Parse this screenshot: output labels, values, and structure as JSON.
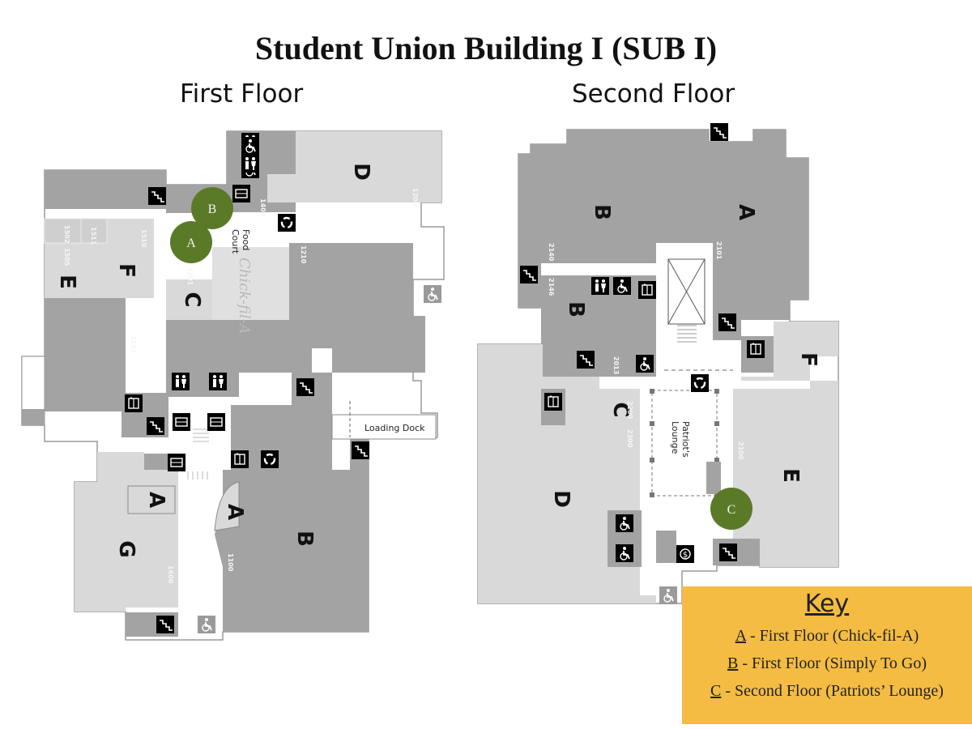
{
  "title": "Student Union Building I (SUB I)",
  "floors": {
    "first": {
      "label": "First Floor",
      "rooms": [
        "D",
        "E",
        "F",
        "C",
        "A",
        "A",
        "G",
        "B"
      ],
      "room_numbers": [
        "1400",
        "1200",
        "1510",
        "1511",
        "1502",
        "1505",
        "1210",
        "1501",
        "1600",
        "1100",
        "1201"
      ],
      "labels": {
        "food_court": [
          "Food",
          "Court"
        ],
        "loading_dock": "Loading Dock",
        "brand": "Chick-fil-A"
      }
    },
    "second": {
      "label": "Second Floor",
      "rooms": [
        "B",
        "A",
        "B",
        "F",
        "C",
        "D",
        "E"
      ],
      "room_numbers": [
        "2140",
        "2101",
        "2146",
        "2013",
        "2200",
        "2300",
        "2100"
      ],
      "labels": {
        "lounge": [
          "Patriot's",
          "Lounge"
        ]
      }
    }
  },
  "markers": [
    {
      "id": "A",
      "floor": "first"
    },
    {
      "id": "B",
      "floor": "first"
    },
    {
      "id": "C",
      "floor": "second"
    }
  ],
  "key": {
    "title": "Key",
    "entries": [
      {
        "letter": "A",
        "text": " - First Floor (Chick-fil-A)"
      },
      {
        "letter": "B",
        "text": " - First Floor (Simply To Go)"
      },
      {
        "letter": "C",
        "text": " - Second Floor (Patriots’ Lounge)"
      }
    ]
  },
  "colors": {
    "dark_room": "#a3a3a3",
    "light_room": "#d9d9d9",
    "corridor": "#ffffff",
    "marker": "#5a7a28",
    "key_bg": "#f4bc43"
  },
  "icons": [
    "stairs-icon",
    "restroom-icon",
    "accessible-icon",
    "elevator-icon",
    "recycling-icon",
    "atm-icon",
    "vending-icon"
  ]
}
